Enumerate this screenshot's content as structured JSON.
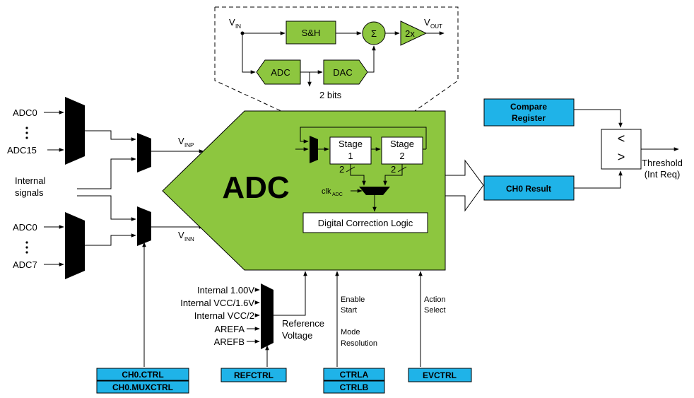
{
  "zoom": {
    "vin": "V",
    "vin_sub": "IN",
    "vout": "V",
    "vout_sub": "OUT",
    "sh": "S&H",
    "sum": "Σ",
    "gain": "2x",
    "adc": "ADC",
    "dac": "DAC",
    "bits": "2 bits"
  },
  "inputs": {
    "top_first": "ADC0",
    "top_last": "ADC15",
    "internal_line1": "Internal",
    "internal_line2": "signals",
    "bot_first": "ADC0",
    "bot_last": "ADC7",
    "vinp": "V",
    "vinp_sub": "INP",
    "vinn": "V",
    "vinn_sub": "INN"
  },
  "adc_block": {
    "title": "ADC",
    "stage1_line1": "Stage",
    "stage1_line2": "1",
    "stage2_line1": "Stage",
    "stage2_line2": "2",
    "bus1": "2",
    "bus2": "2",
    "clk": "clk",
    "clk_sub": "ADC",
    "correction": "Digital Correction Logic"
  },
  "compare": {
    "register_line1": "Compare",
    "register_line2": "Register",
    "lt": "<",
    "gt": ">",
    "threshold_line1": "Threshold",
    "threshold_line2": "(Int Req)",
    "result": "CH0 Result"
  },
  "reference": {
    "options": [
      "Internal 1.00V",
      "Internal VCC/1.6V",
      "Internal VCC/2",
      "AREFA",
      "AREFB"
    ],
    "label_line1": "Reference",
    "label_line2": "Voltage"
  },
  "controls": {
    "ctrla_signals": [
      "Enable",
      "Start",
      "Mode",
      "Resolution"
    ],
    "evctrl_signals": [
      "Action",
      "Select"
    ]
  },
  "registers": {
    "ch0ctrl": "CH0.CTRL",
    "ch0muxctrl": "CH0.MUXCTRL",
    "refctrl": "REFCTRL",
    "ctrla": "CTRLA",
    "ctrlb": "CTRLB",
    "evctrl": "EVCTRL"
  },
  "colors": {
    "green": "#8dc63f",
    "blue": "#1fb3e8"
  }
}
